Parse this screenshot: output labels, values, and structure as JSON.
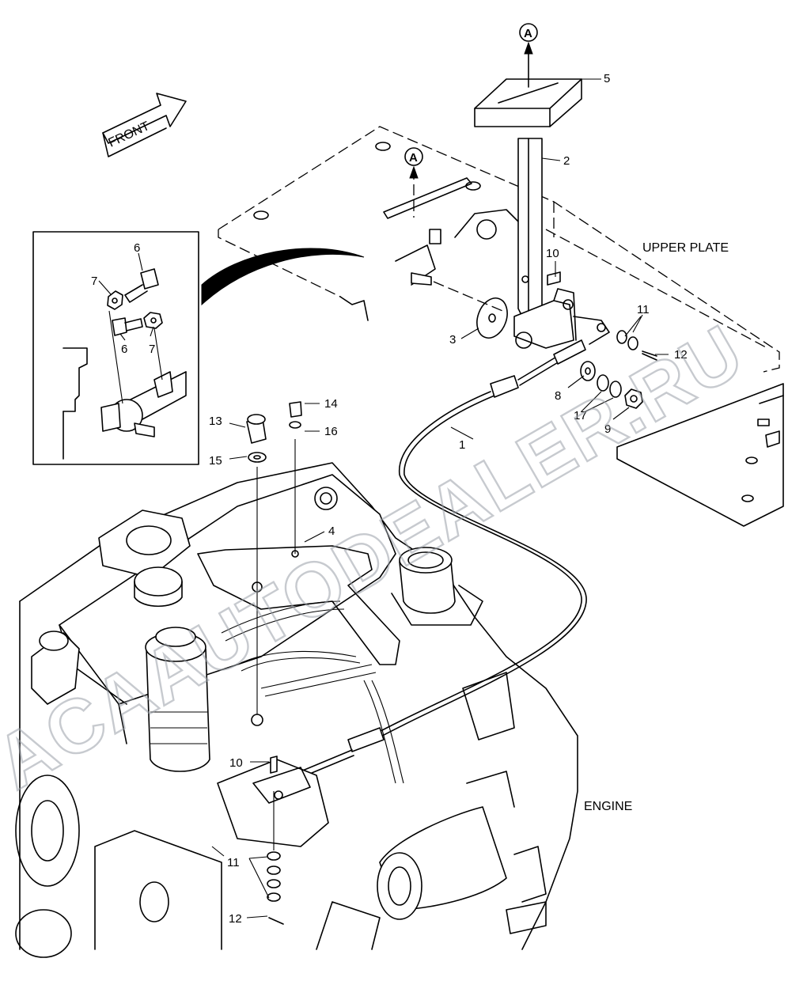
{
  "labels": {
    "front": "FRONT",
    "upper_plate": "UPPER PLATE",
    "engine": "ENGINE",
    "ref_a_top": "A",
    "ref_a_plate": "A"
  },
  "callouts": {
    "c1": "1",
    "c2": "2",
    "c3": "3",
    "c4": "4",
    "c5": "5",
    "c6_top": "6",
    "c6_bottom": "6",
    "c7_left": "7",
    "c7_right": "7",
    "c8": "8",
    "c9": "9",
    "c10_top": "10",
    "c10_bottom": "10",
    "c11_top": "11",
    "c11_bottom": "11",
    "c12_top": "12",
    "c12_bottom": "12",
    "c13": "13",
    "c14": "14",
    "c15": "15",
    "c16": "16",
    "c17": "17"
  },
  "watermark": "ACAAUTODEALER.RU"
}
